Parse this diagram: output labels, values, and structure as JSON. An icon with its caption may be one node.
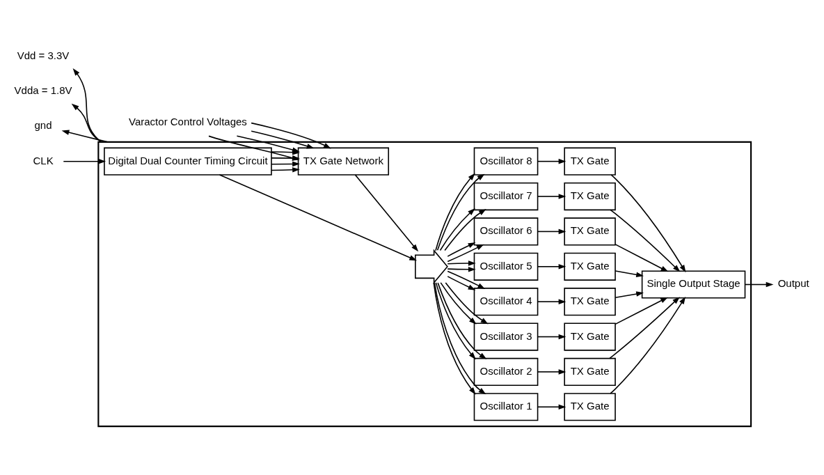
{
  "diagram": {
    "nodes": [
      {
        "text": [],
        "shape": "box"
      },
      {
        "text": [
          "Digital Dual Counter Timing Circuit"
        ],
        "in": 0
      },
      {
        "text": [
          "TX Gate Network"
        ],
        "in": 0
      },
      {
        "text": [],
        "shape": "arrow",
        "in": 0
      },
      {
        "text": [
          "Oscillator 1"
        ],
        "in": 0
      },
      {
        "text": [
          "Oscillator 2"
        ],
        "in": 0
      },
      {
        "text": [
          "Oscillator 3"
        ],
        "in": 0
      },
      {
        "text": [
          "Oscillator 4"
        ],
        "in": 0
      },
      {
        "text": [
          "Oscillator 5"
        ],
        "in": 0
      },
      {
        "text": [
          "Oscillator 6"
        ],
        "in": 0
      },
      {
        "text": [
          "Oscillator 7"
        ],
        "in": 0
      },
      {
        "text": [
          "Oscillator 8"
        ],
        "in": 0
      },
      {
        "text": [
          "TX Gate"
        ],
        "in": 0
      },
      {
        "text": [
          "TX Gate"
        ],
        "in": 0
      },
      {
        "text": [
          "TX Gate"
        ],
        "in": 0
      },
      {
        "text": [
          "TX Gate"
        ],
        "in": 0
      },
      {
        "text": [
          "TX Gate"
        ],
        "in": 0
      },
      {
        "text": [
          "TX Gate"
        ],
        "in": 0
      },
      {
        "text": [
          "TX Gate"
        ],
        "in": 0
      },
      {
        "text": [
          "TX Gate"
        ],
        "in": 0
      },
      {
        "text": [
          "Single Output Stage"
        ],
        "in": 0
      },
      {
        "text": [
          "CLK"
        ]
      },
      {
        "text": [
          "Varactor Control Voltages"
        ]
      },
      {
        "text": [
          "Vdd = 3.3V"
        ]
      },
      {
        "text": [
          "Vdda = 1.8V"
        ]
      },
      {
        "text": [
          "gnd"
        ]
      },
      {
        "text": [
          "Output"
        ]
      }
    ],
    "edges": [
      {
        "from": 21,
        "to": 1,
        "arrow": "to"
      },
      {
        "from": 22,
        "to": 2,
        "arrow": "to"
      },
      {
        "from": 22,
        "to": 2,
        "arrow": "to"
      },
      {
        "from": 22,
        "to": 2,
        "arrow": "to"
      },
      {
        "from": 22,
        "to": 2,
        "arrow": "to"
      },
      {
        "from": 1,
        "to": 2,
        "arrow": "to"
      },
      {
        "from": 1,
        "to": 2,
        "arrow": "to"
      },
      {
        "from": 1,
        "to": 2,
        "arrow": "to"
      },
      {
        "from": 1,
        "to": 2,
        "arrow": "to"
      },
      {
        "from": 1,
        "to": 3,
        "arrow": "to"
      },
      {
        "from": 2,
        "to": 3,
        "arrow": "to"
      },
      {
        "from": 3,
        "to": 4,
        "arrow": "to"
      },
      {
        "from": 3,
        "to": 4,
        "arrow": "to"
      },
      {
        "from": 3,
        "to": 5,
        "arrow": "to"
      },
      {
        "from": 3,
        "to": 5,
        "arrow": "to"
      },
      {
        "from": 3,
        "to": 6,
        "arrow": "to"
      },
      {
        "from": 3,
        "to": 6,
        "arrow": "to"
      },
      {
        "from": 3,
        "to": 7,
        "arrow": "to"
      },
      {
        "from": 3,
        "to": 7,
        "arrow": "to"
      },
      {
        "from": 3,
        "to": 8,
        "arrow": "to"
      },
      {
        "from": 3,
        "to": 8,
        "arrow": "to"
      },
      {
        "from": 3,
        "to": 9,
        "arrow": "to"
      },
      {
        "from": 3,
        "to": 9,
        "arrow": "to"
      },
      {
        "from": 3,
        "to": 10,
        "arrow": "to"
      },
      {
        "from": 3,
        "to": 10,
        "arrow": "to"
      },
      {
        "from": 3,
        "to": 11,
        "arrow": "to"
      },
      {
        "from": 3,
        "to": 11,
        "arrow": "to"
      },
      {
        "from": 4,
        "to": 12,
        "arrow": "to"
      },
      {
        "from": 5,
        "to": 13,
        "arrow": "to"
      },
      {
        "from": 6,
        "to": 14,
        "arrow": "to"
      },
      {
        "from": 7,
        "to": 15,
        "arrow": "to"
      },
      {
        "from": 8,
        "to": 16,
        "arrow": "to"
      },
      {
        "from": 9,
        "to": 17,
        "arrow": "to"
      },
      {
        "from": 10,
        "to": 18,
        "arrow": "to"
      },
      {
        "from": 11,
        "to": 19,
        "arrow": "to"
      },
      {
        "from": 12,
        "to": 20,
        "arrow": "to"
      },
      {
        "from": 13,
        "to": 20,
        "arrow": "to"
      },
      {
        "from": 14,
        "to": 20,
        "arrow": "to"
      },
      {
        "from": 15,
        "to": 20,
        "arrow": "to"
      },
      {
        "from": 16,
        "to": 20,
        "arrow": "to"
      },
      {
        "from": 17,
        "to": 20,
        "arrow": "to"
      },
      {
        "from": 18,
        "to": 20,
        "arrow": "to"
      },
      {
        "from": 19,
        "to": 20,
        "arrow": "to"
      },
      {
        "from": 20,
        "to": 26,
        "arrow": "to"
      },
      {
        "from": 0,
        "to": 23,
        "arrow": "to"
      },
      {
        "from": 0,
        "to": 24,
        "arrow": "to"
      },
      {
        "from": 0,
        "to": 25,
        "arrow": "to"
      }
    ]
  }
}
